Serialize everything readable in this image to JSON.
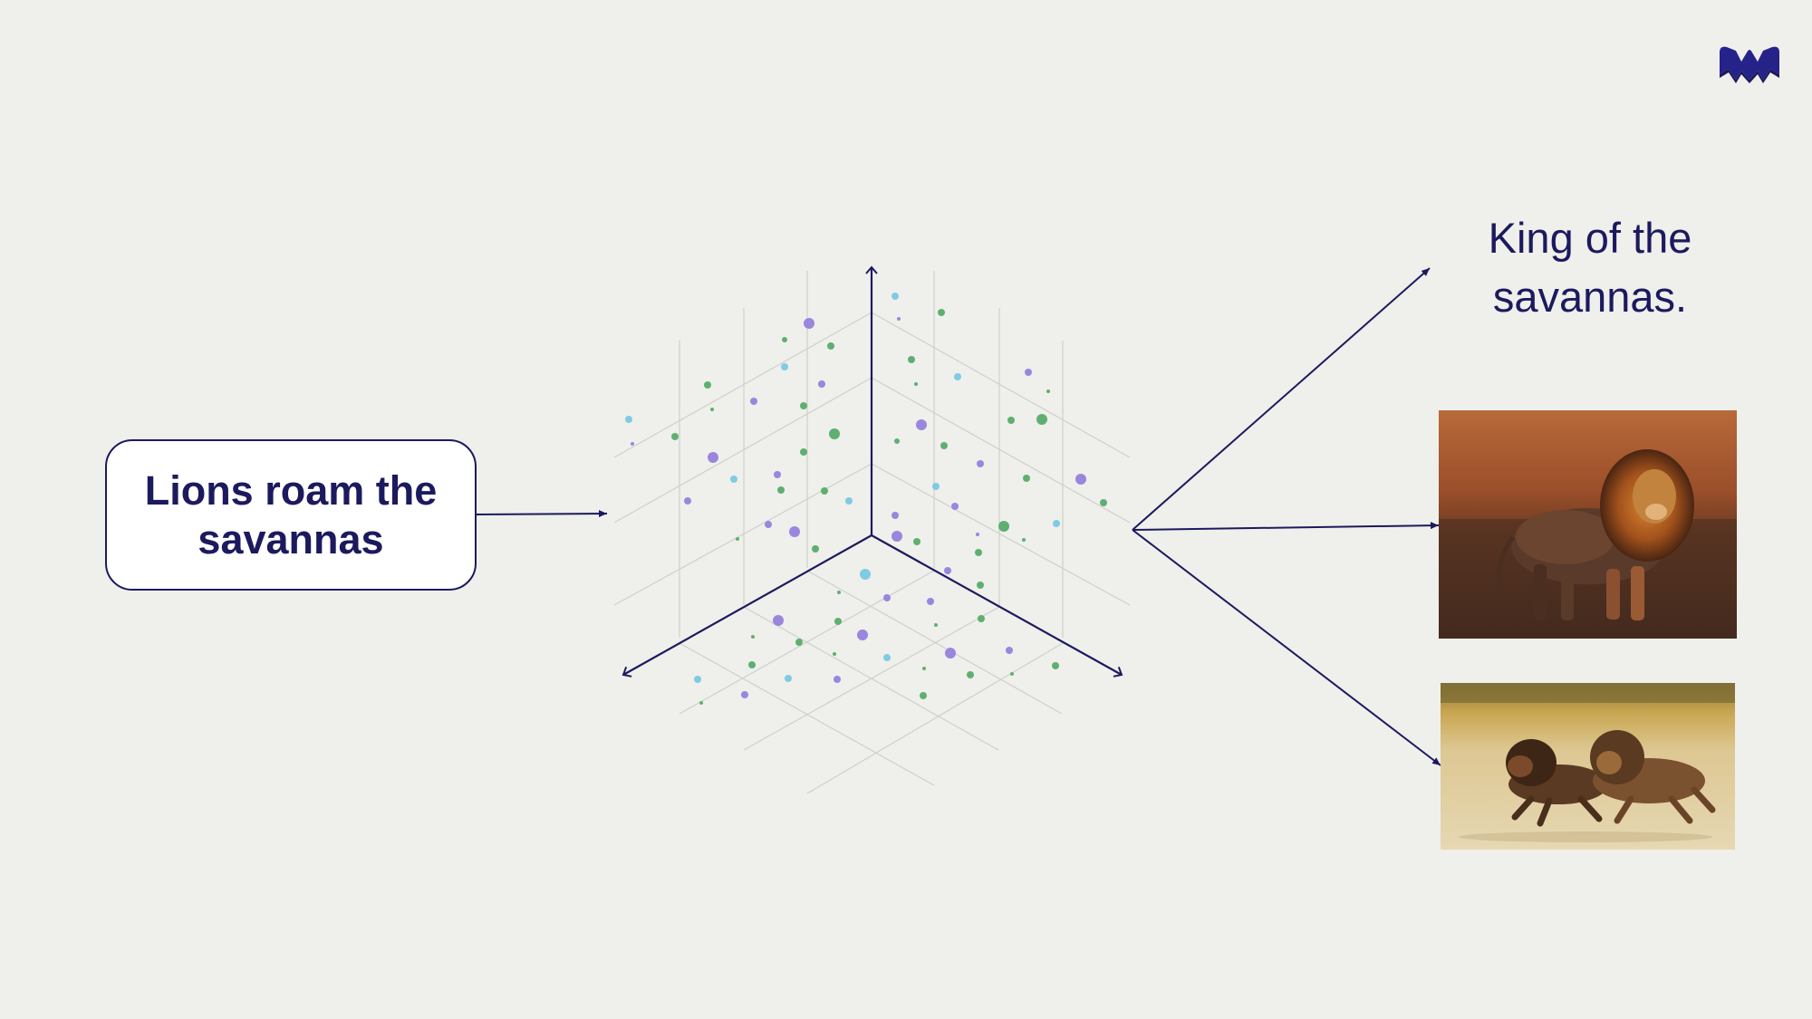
{
  "query": {
    "text": "Lions roam the savannas"
  },
  "results": {
    "text_result": "King of the savannas.",
    "image_results": [
      "lion-walking-photo",
      "two-lions-running-photo"
    ]
  },
  "logo": {
    "name": "w-logo"
  },
  "colors": {
    "background": "#efefec",
    "ink": "#1c1a5e",
    "grid": "#cfcfcc",
    "dot_purple": "#9a86dc",
    "dot_green": "#5fb070",
    "dot_blue": "#7fcbe3"
  }
}
